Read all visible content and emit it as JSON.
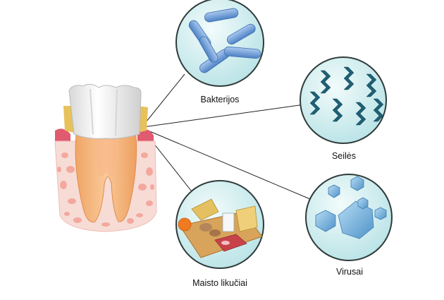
{
  "labels": {
    "bacteria": "Bakterijos",
    "saliva": "Seilės",
    "viruses": "Virusai",
    "food": "Maisto likučiai"
  },
  "colors": {
    "circle_fill": "#cfeef0",
    "circle_stroke": "#2f3b3b",
    "bacteria": "#6f9fd8",
    "saliva": "#1f5f75",
    "virus": "#7fb8e0",
    "gum": "#e8c8c8",
    "bone": "#f6a8a0",
    "root": "#f3b078",
    "enamel": "#f4f4f4",
    "food_board": "#d8a35a"
  }
}
